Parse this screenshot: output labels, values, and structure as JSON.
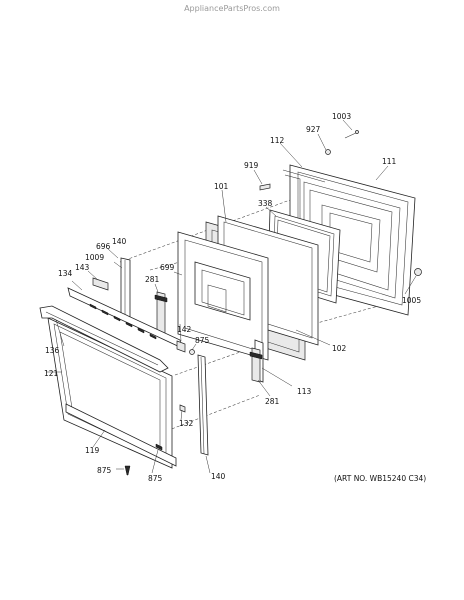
{
  "watermark": "AppliancePartsPros.com",
  "art_number": "(ART NO. WB15240 C34)",
  "parts": {
    "p1003": "1003",
    "p927": "927",
    "p112": "112",
    "p111": "111",
    "p919": "919",
    "p101": "101",
    "p338": "338",
    "p696": "696",
    "p140a": "140",
    "p1009": "1009",
    "p143": "143",
    "p134": "134",
    "p699": "699",
    "p281a": "281",
    "p1005": "1005",
    "p142": "142",
    "p875a": "875",
    "p136": "136",
    "p102": "102",
    "p121": "121",
    "p113": "113",
    "p281b": "281",
    "p132": "132",
    "p119": "119",
    "p875b": "875",
    "p875c": "875",
    "p140b": "140"
  }
}
